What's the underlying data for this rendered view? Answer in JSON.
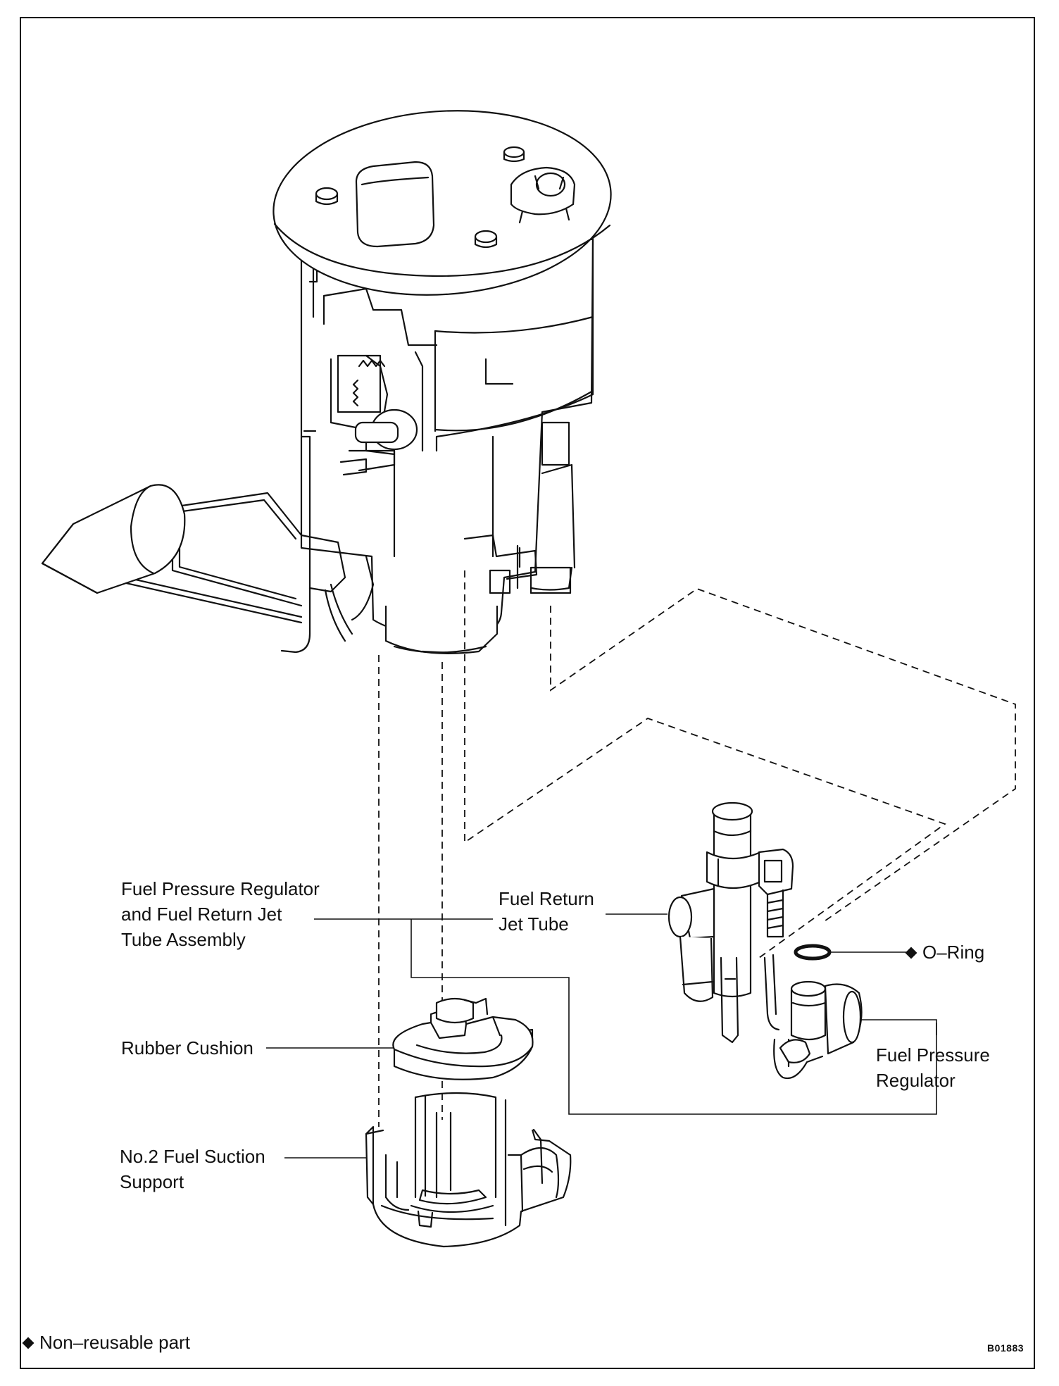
{
  "labels": {
    "regulator_assembly": [
      "Fuel Pressure Regulator",
      "and Fuel Return Jet",
      "Tube Assembly"
    ],
    "return_jet_tube": [
      "Fuel Return",
      "Jet Tube"
    ],
    "o_ring": "O–Ring",
    "fuel_pressure_regulator": [
      "Fuel Pressure",
      "Regulator"
    ],
    "rubber_cushion": "Rubber Cushion",
    "suction_support": [
      "No.2 Fuel Suction",
      "Support"
    ]
  },
  "legend": {
    "non_reusable": "Non–reusable part"
  },
  "figure_code": "B01883"
}
